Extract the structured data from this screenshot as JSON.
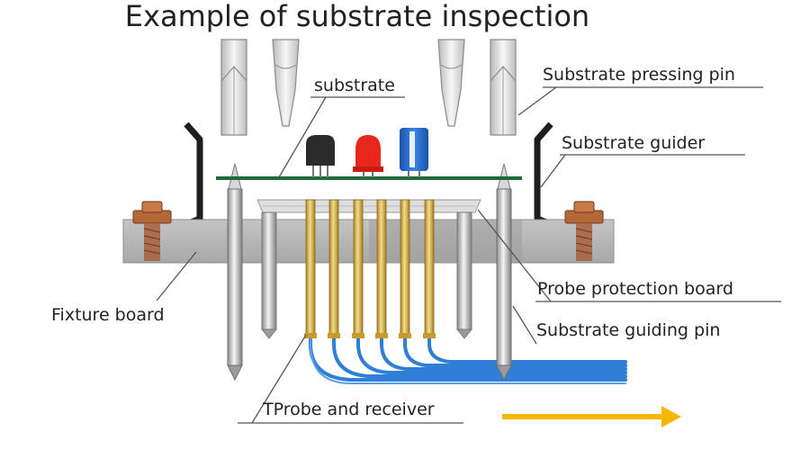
{
  "diagram": {
    "title": "Example of substrate inspection",
    "labels": {
      "substrate": "substrate",
      "pressing_pin": "Substrate pressing pin",
      "guider": "Substrate guider",
      "fixture_board": "Fixture board",
      "protection_board": "Probe protection board",
      "guiding_pin": "Substrate guiding pin",
      "probe_receiver": "TProbe and receiver"
    },
    "colors": {
      "substrate_line": "#1f6b3a",
      "fixture_board": "#b3b3b3",
      "probe_gold": "#d8b24a",
      "wire_blue": "#2f7fd6",
      "arrow": "#f2b705",
      "bolt": "#b4683a",
      "led_red": "#e8261c",
      "capacitor_blue": "#1e62c8",
      "transistor": "#2b2b2b"
    },
    "arrow_icon": "arrow-right-icon"
  }
}
